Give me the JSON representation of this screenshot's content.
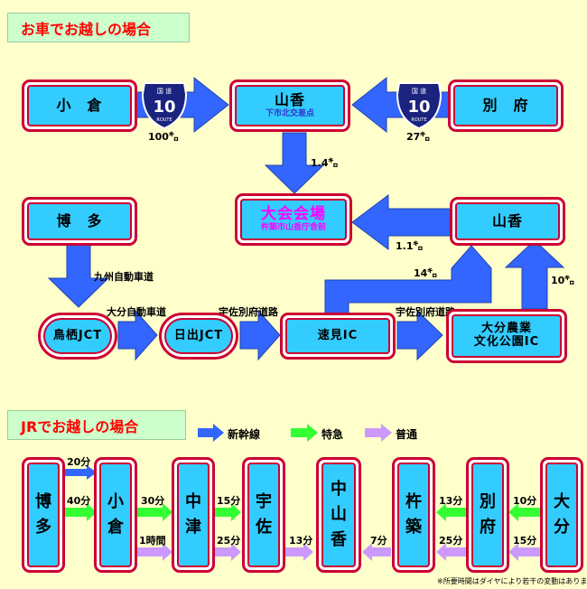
{
  "car_section": {
    "title": "お車でお越しの場合",
    "kokura": "小　倉",
    "yamaga_top": "山香",
    "yamaga_top_sub": "下市北交差点",
    "beppu": "別　府",
    "route_shield": {
      "label_top": "国 道",
      "number": "10",
      "label_bottom": "ROUTE"
    },
    "dist_kokura": "100㌔",
    "dist_beppu": "27㌔",
    "dist_to_venue_1": "1.4㌔",
    "hakata": "博　多",
    "venue": "大会会場",
    "venue_sub": "杵築市山香庁舎前",
    "yamaga_right": "山香",
    "dist_to_venue_2": "1.1㌔",
    "kyushu_expressway": "九州自動車道",
    "tosu_jct": "鳥栖JCT",
    "oita_expressway": "大分自動車道",
    "hiji_jct": "日出JCT",
    "usa_beppu_road_1": "宇佐別府道路",
    "hayami_ic": "速見IC",
    "usa_beppu_road_2": "宇佐別府道路",
    "oita_nogyo": "大分農業",
    "oita_nogyo_2": "文化公園IC",
    "dist_14": "14㌔",
    "dist_10": "10㌔"
  },
  "jr_section": {
    "title": "JRでお越しの場合",
    "legend": [
      {
        "label": "新幹線",
        "color": "#3366ff"
      },
      {
        "label": "特急",
        "color": "#33ff33"
      },
      {
        "label": "普通",
        "color": "#cc99ff"
      }
    ],
    "stations": [
      {
        "name": "博\n多"
      },
      {
        "name": "小\n倉"
      },
      {
        "name": "中\n津"
      },
      {
        "name": "宇\n佐"
      },
      {
        "name": "中\n山\n香"
      },
      {
        "name": "杵\n築"
      },
      {
        "name": "別\n府"
      },
      {
        "name": "大\n分"
      }
    ],
    "times": {
      "hakata_kokura_shinkansen": "20分",
      "hakata_kokura_express": "40分",
      "kokura_nakatsu_express": "30分",
      "kokura_nakatsu_local": "1時間",
      "nakatsu_usa_express": "15分",
      "nakatsu_usa_local": "25分",
      "usa_nakayamaga_local": "13分",
      "kitsuki_nakayamaga_local": "7分",
      "beppu_kitsuki_express": "13分",
      "beppu_kitsuki_local": "25分",
      "oita_beppu_express": "10分",
      "oita_beppu_local": "15分"
    },
    "footnote": "※所要時間はダイヤにより若干の変動はあります。"
  },
  "colors": {
    "background": "#ffffcc",
    "box_fill": "#33ccff",
    "box_border": "#cc0033",
    "road_arrow": "#3366ff",
    "shinkansen": "#3366ff",
    "express": "#33ff33",
    "local": "#cc99ff",
    "title_text": "#ff0000",
    "venue_text": "#ff00ff"
  }
}
